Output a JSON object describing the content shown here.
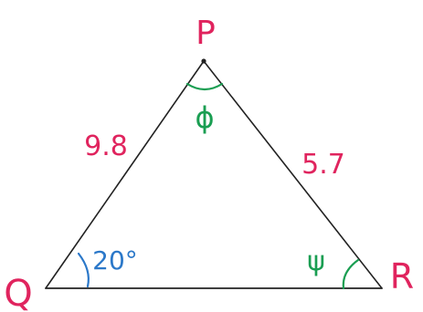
{
  "vertices": {
    "top": "P",
    "left": "Q",
    "right": "R"
  },
  "sides": {
    "pq": "9.8",
    "pr": "5.7"
  },
  "angles": {
    "p": "ϕ",
    "q": "20°",
    "r": "ψ"
  },
  "colors": {
    "vertex_label": "#e0245e",
    "side_label": "#e0245e",
    "angle_p": "#1a9e52",
    "angle_q": "#2b78c9",
    "angle_r": "#1a9e52",
    "edge": "#222222"
  }
}
